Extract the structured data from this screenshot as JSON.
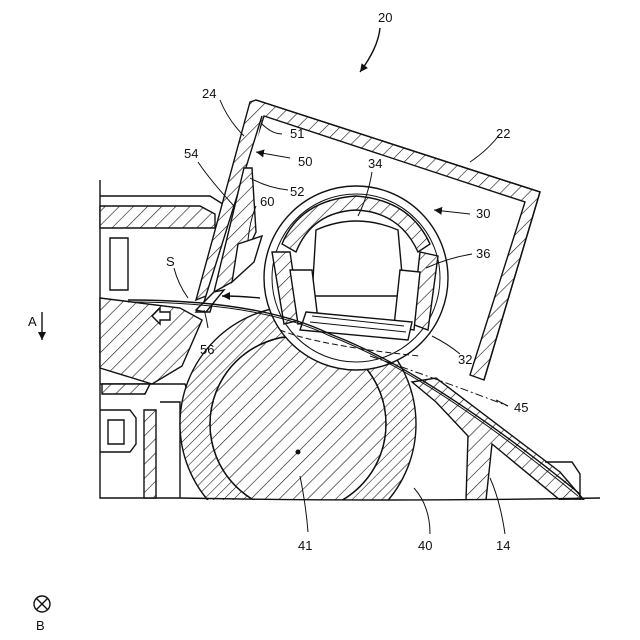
{
  "figure": {
    "labels": {
      "l20": "20",
      "l24": "24",
      "l22": "22",
      "l51": "51",
      "l50": "50",
      "l54": "54",
      "l52": "52",
      "l60": "60",
      "l34": "34",
      "l30": "30",
      "l36": "36",
      "ls": "S",
      "la": "A",
      "l56": "56",
      "l32": "32",
      "l45": "45",
      "l41": "41",
      "l40": "40",
      "l14": "14",
      "lb": "B"
    }
  }
}
